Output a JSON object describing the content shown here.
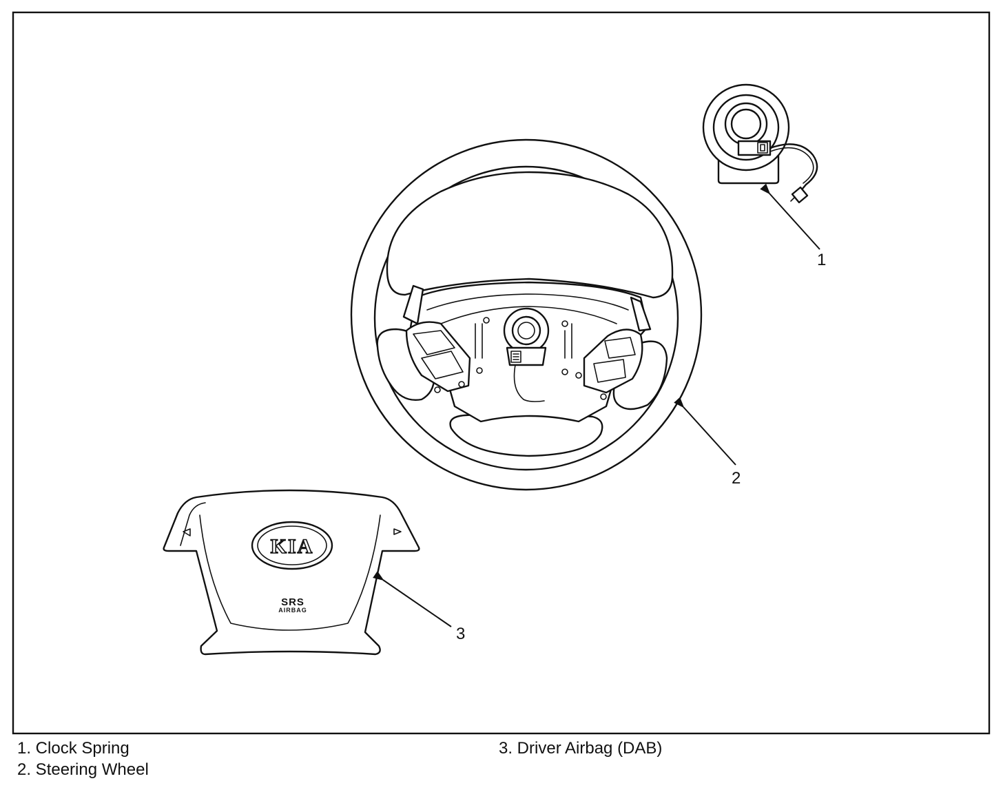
{
  "legend": {
    "item_1": "1. Clock Spring",
    "item_2": "2. Steering Wheel",
    "item_3": "3. Driver Airbag (DAB)"
  },
  "callouts": {
    "c1": "1",
    "c2": "2",
    "c3": "3"
  },
  "airbag": {
    "logo_text": "KIA",
    "srs_text": "SRS",
    "airbag_text": "AIRBAG"
  }
}
